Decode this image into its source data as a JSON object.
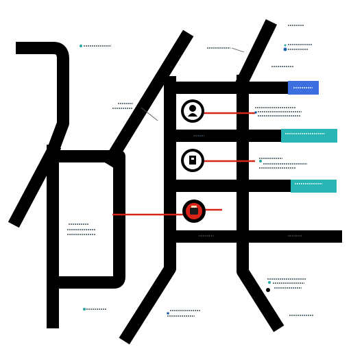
{
  "colors": {
    "background": "#ffffff",
    "track": "#000000",
    "link": "#d8231b",
    "tag_blue": "#3c6ee0",
    "tag_teal": "#2ab5b5",
    "dot_blue": "#1f5fa8",
    "dot_teal": "#25a7a7",
    "label_ink": "#1c3b44"
  },
  "icons": [
    "person-pin-icon",
    "door-pin-icon",
    "lamp-pin-icon"
  ],
  "tags": [
    {
      "id": "tag-blue",
      "text": "",
      "color": "blue"
    },
    {
      "id": "tag-teal-1",
      "text": "",
      "color": "teal"
    },
    {
      "id": "tag-teal-2",
      "text": "",
      "color": "teal"
    }
  ],
  "labels": []
}
